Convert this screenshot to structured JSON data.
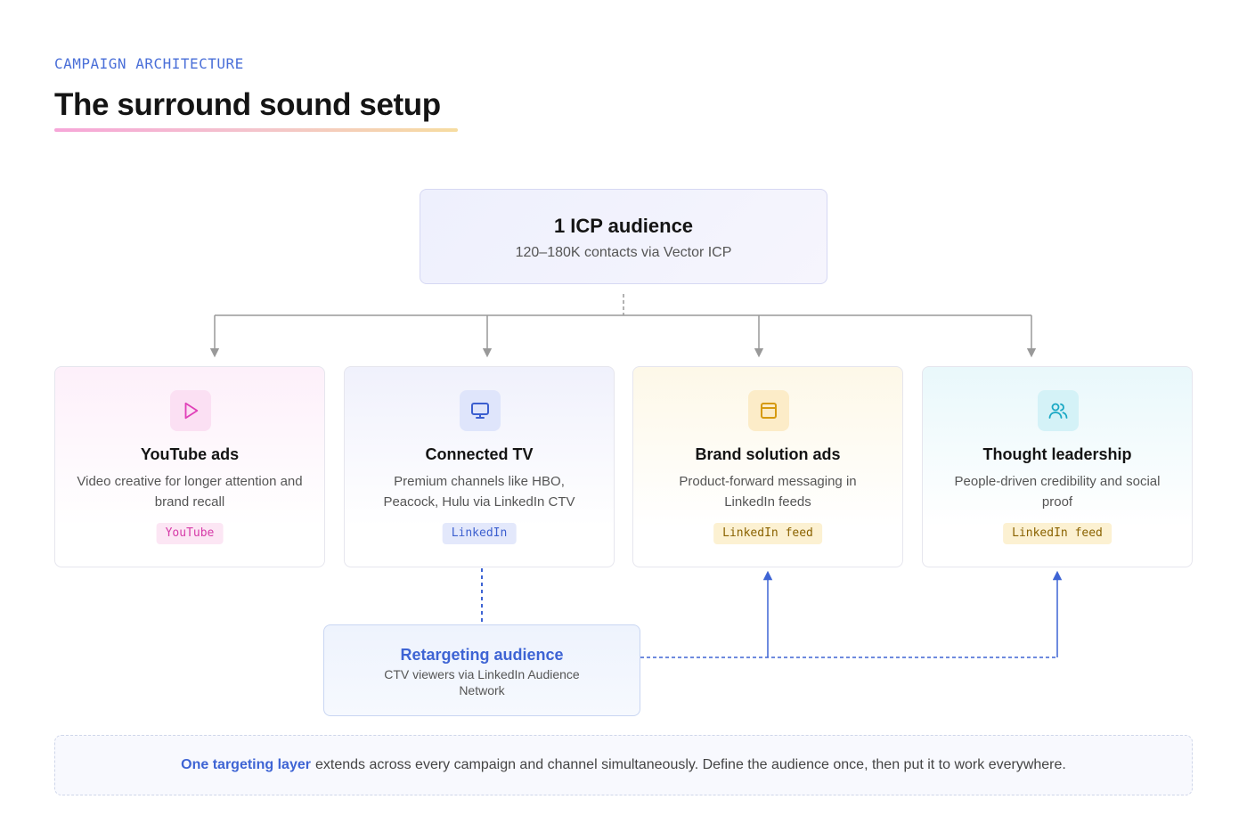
{
  "header": {
    "eyebrow": "CAMPAIGN ARCHITECTURE",
    "title": "The surround sound setup"
  },
  "root": {
    "title": "1 ICP audience",
    "subtitle": "120–180K contacts via Vector ICP"
  },
  "channels": [
    {
      "title": "YouTube ads",
      "description": "Video creative for longer attention and brand recall",
      "platform": "YouTube",
      "icon": "play-icon"
    },
    {
      "title": "Connected TV",
      "description": "Premium channels like HBO, Peacock, Hulu via LinkedIn CTV",
      "platform": "LinkedIn",
      "icon": "monitor-icon"
    },
    {
      "title": "Brand solution ads",
      "description": "Product-forward messaging in LinkedIn feeds",
      "platform": "LinkedIn feed",
      "icon": "window-icon"
    },
    {
      "title": "Thought leadership",
      "description": "People-driven credibility and social proof",
      "platform": "LinkedIn feed",
      "icon": "users-icon"
    }
  ],
  "retargeting": {
    "title": "Retargeting audience",
    "subtitle": "CTV viewers via LinkedIn Audience Network"
  },
  "footer": {
    "highlight": "One targeting layer",
    "text": "extends across every campaign and channel simultaneously. Define the audience once, then put it to work everywhere."
  },
  "colors": {
    "accent": "#4a6fd8",
    "youtube": "#d63aa8",
    "ctv": "#3c5fcf",
    "linkedin_feed": "#8a6200",
    "connector": "#999999",
    "retarget_connector": "#3e64d4"
  }
}
